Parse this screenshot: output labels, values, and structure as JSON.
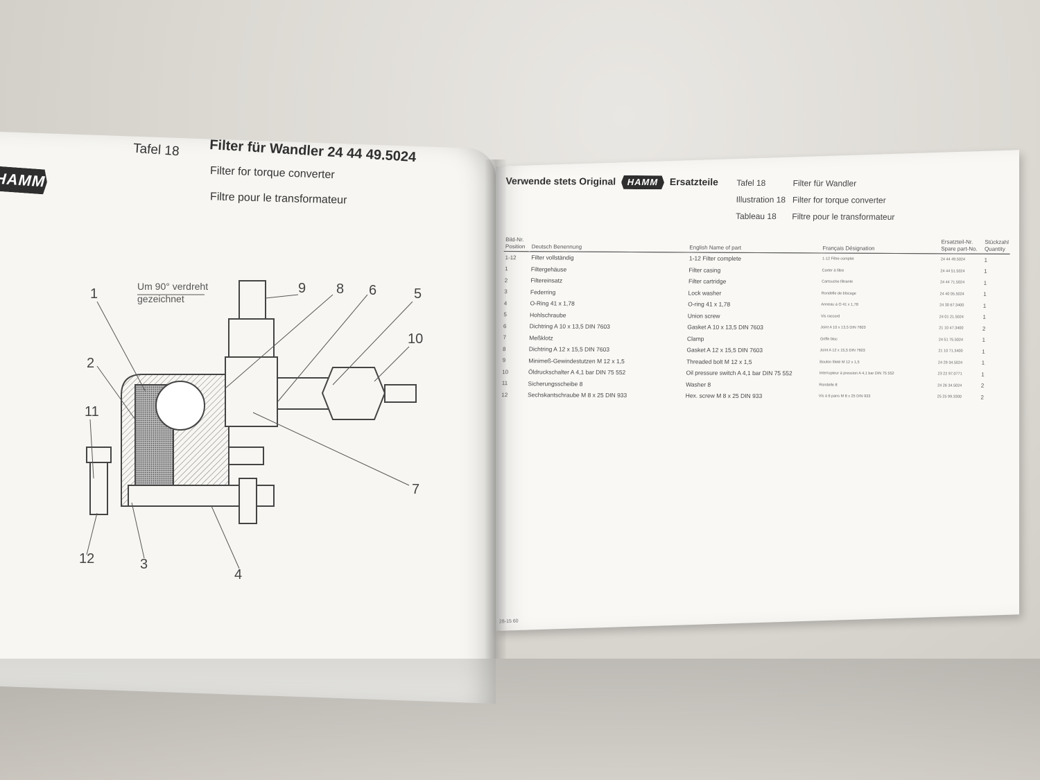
{
  "left_page": {
    "logo": "HAMM",
    "tafel": "Tafel 18",
    "title": "Filter für Wandler 24 44 49.5024",
    "subtitle_en": "Filter for torque converter",
    "subtitle_fr": "Filtre pour le transformateur",
    "drawing_note_line1": "Um 90° verdreht",
    "drawing_note_line2": "gezeichnet",
    "callouts": [
      "1",
      "2",
      "3",
      "4",
      "5",
      "6",
      "7",
      "8",
      "9",
      "10",
      "11",
      "12"
    ]
  },
  "right_page": {
    "brand_prefix": "Verwende stets Original",
    "brand_logo": "HAMM",
    "brand_suffix": "Ersatzteile",
    "tafel_rows": [
      {
        "label": "Tafel 18",
        "title": "Filter für Wandler"
      },
      {
        "label": "Illustration 18",
        "title": "Filter for torque converter"
      },
      {
        "label": "Tableau 18",
        "title": "Filtre pour le transformateur"
      }
    ],
    "table_headers": {
      "pos": "Bild-Nr. Position",
      "de": "Deutsch Benennung",
      "en": "English Name of part",
      "fr": "Français Désignation",
      "part_no": "Ersatzteil-Nr. Spare part-No.",
      "qty": "Stückzahl Quantity"
    },
    "rows": [
      {
        "pos": "1-12",
        "de": "Filter vollständig",
        "en": "1-12 Filter complete",
        "fr": "1-12 Filtre complet",
        "no": "24 44 49.5024",
        "qty": "1"
      },
      {
        "pos": "1",
        "de": "Filtergehäuse",
        "en": "Filter casing",
        "fr": "Carter à filtre",
        "no": "24 44 51.5024",
        "qty": "1"
      },
      {
        "pos": "2",
        "de": "Filtereinsatz",
        "en": "Filter cartridge",
        "fr": "Cartouche filtrante",
        "no": "24 44 71.5024",
        "qty": "1"
      },
      {
        "pos": "3",
        "de": "Federring",
        "en": "Lock washer",
        "fr": "Rondelle de blocage",
        "no": "24 40 05.5024",
        "qty": "1"
      },
      {
        "pos": "4",
        "de": "O-Ring 41 x 1,78",
        "en": "O-ring 41 x 1,78",
        "fr": "Anneau à O 41 x 1,78",
        "no": "24 30 67.3400",
        "qty": "1"
      },
      {
        "pos": "5",
        "de": "Hohlschraube",
        "en": "Union screw",
        "fr": "Vis raccord",
        "no": "24 01 21.5024",
        "qty": "1"
      },
      {
        "pos": "6",
        "de": "Dichtring A 10 x 13,5 DIN 7603",
        "en": "Gasket A 10 x 13,5 DIN 7603",
        "fr": "Joint A 10 x 13,5 DIN 7603",
        "no": "21 10 47.3400",
        "qty": "2"
      },
      {
        "pos": "7",
        "de": "Meßklotz",
        "en": "Clamp",
        "fr": "Griffe bloc",
        "no": "24 51 75.5024",
        "qty": "1"
      },
      {
        "pos": "8",
        "de": "Dichtring A 12 x 15,5 DIN 7603",
        "en": "Gasket A 12 x 15,5 DIN 7603",
        "fr": "Joint A 12 x 15,5 DIN 7603",
        "no": "21 10 71.3400",
        "qty": "1"
      },
      {
        "pos": "9",
        "de": "Minimeß-Gewindestutzen M 12 x 1,5",
        "en": "Threaded bolt M 12 x 1,5",
        "fr": "Boulon fileté M 12 x 1,5",
        "no": "24 29 34.5024",
        "qty": "1"
      },
      {
        "pos": "10",
        "de": "Öldruckschalter A 4,1 bar DIN 75 552",
        "en": "Oil pressure switch A 4,1 bar DIN 75 552",
        "fr": "Interrupteur à pression A 4,1 bar DIN 75 552",
        "no": "23 22 97.0771",
        "qty": "1"
      },
      {
        "pos": "11",
        "de": "Sicherungsscheibe 8",
        "en": "Washer 8",
        "fr": "Rondelle 8",
        "no": "24 26 34.5024",
        "qty": "2"
      },
      {
        "pos": "12",
        "de": "Sechskantschraube M 8 x 25 DIN 933",
        "en": "Hex. screw M 8 x 25 DIN 933",
        "fr": "Vis à 6 pans M 8 x 25 DIN 933",
        "no": "25 25 99.3300",
        "qty": "2"
      }
    ],
    "page_code": "28-15 60"
  },
  "colors": {
    "paper": "#f7f6f2",
    "ink": "#3a3a3a",
    "logo_bg": "#2e2e2e",
    "background": "#d9d6d0"
  }
}
